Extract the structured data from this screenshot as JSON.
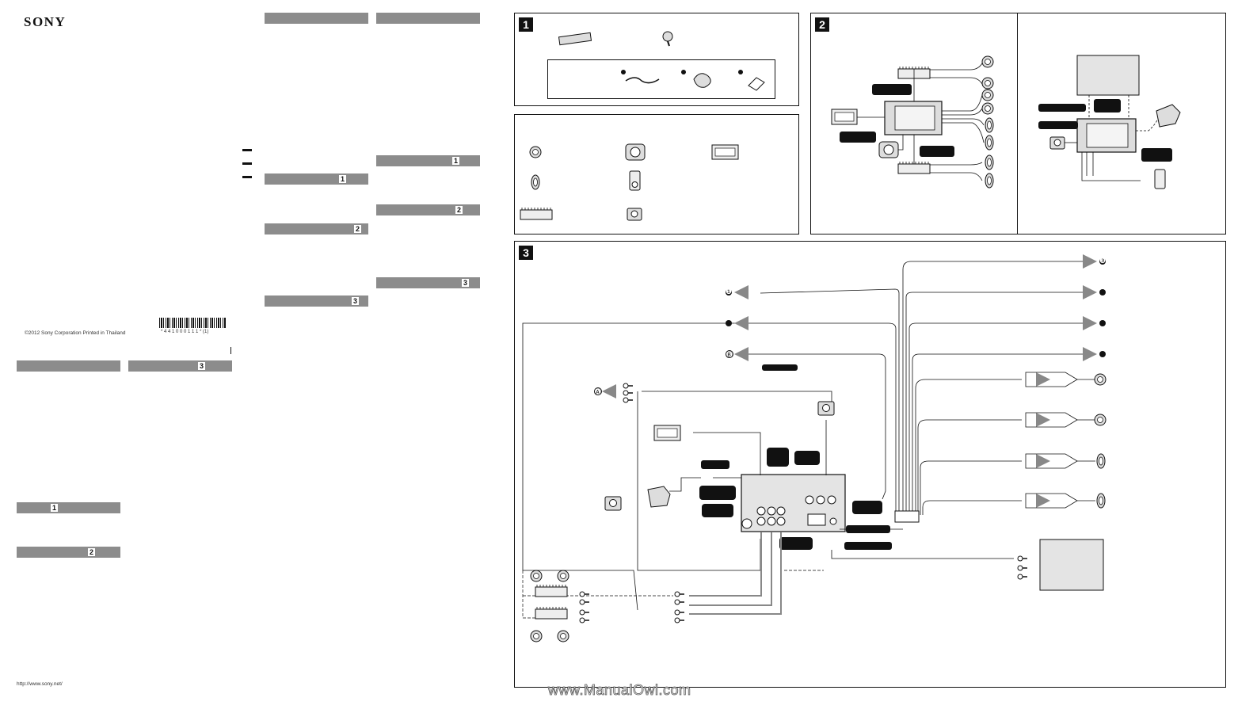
{
  "brand": "SONY",
  "copyright": "©2012 Sony Corporation   Printed in Thailand",
  "barcode_number": "* 4 4 1 0 0 0 1 1 1 * (1)",
  "url": "http://www.sony.net/",
  "watermark": "www.ManualOwl.com",
  "section_numbers": {
    "s1": "1",
    "s2": "2",
    "s3": "3"
  },
  "connection_labels": {
    "out1": "❶",
    "out2": "❷",
    "out3": "❸",
    "out4": "❹",
    "out5": "❺",
    "out6": "❻",
    "in_a": "Ⓐ",
    "in_b": "Ⓑ"
  }
}
